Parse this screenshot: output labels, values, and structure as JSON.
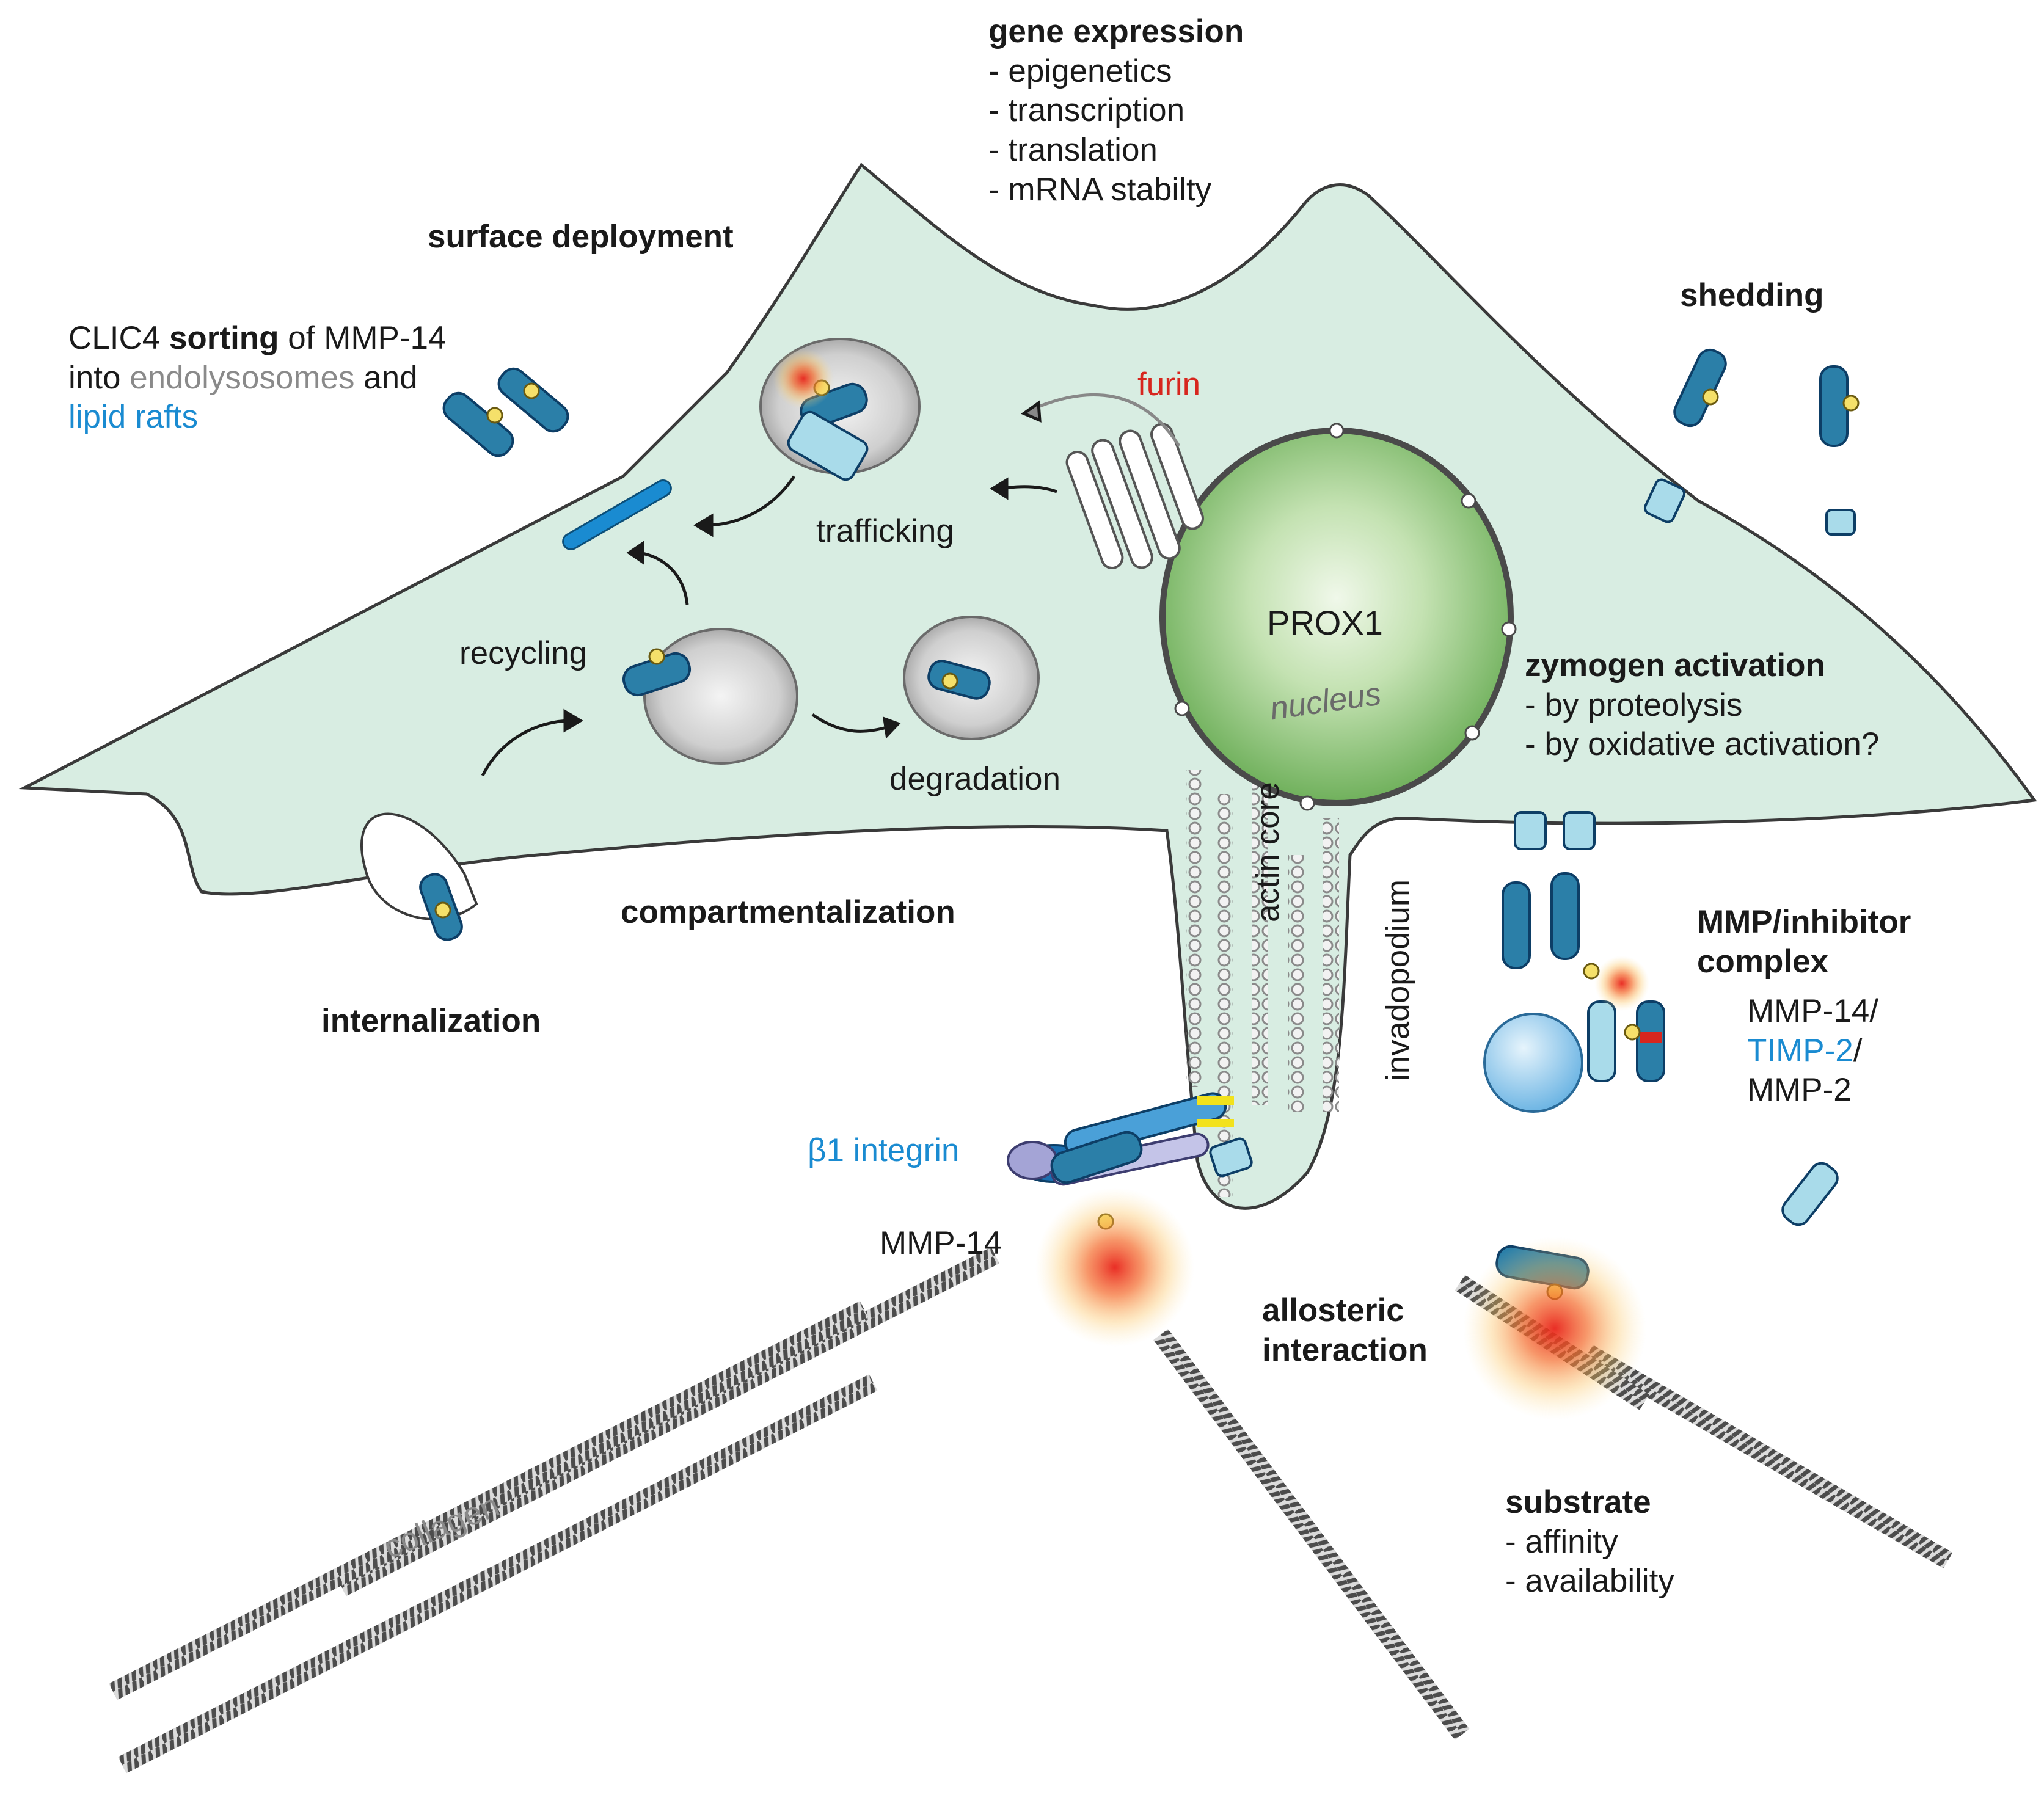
{
  "colors": {
    "cell": "#d8ede2",
    "cell_stroke": "#3a3a3a",
    "nucleus_fill": "#8cc87a",
    "protein": "#2b7fa8",
    "protein_light": "#a9dbea",
    "furin": "#d7261e",
    "lipid_raft": "#1a8bd1",
    "inhibitor": "#1a8bd1",
    "gray_text": "#8a8a8a",
    "zinc": "#f5e06a"
  },
  "labels": {
    "gene_expression": {
      "title": "gene expression",
      "items": [
        "- epigenetics",
        "- transcription",
        "- translation",
        "- mRNA stabilty"
      ]
    },
    "surface_deployment": "surface deployment",
    "sorting": {
      "line1_pre": "CLIC4 ",
      "line1_bold": "sorting",
      "line1_post": " of MMP-14",
      "line2_pre": "into ",
      "line2_gray": "endolysosomes",
      "line2_post": " and",
      "line3_blue": "lipid rafts"
    },
    "furin": "furin",
    "trafficking": "trafficking",
    "recycling": "recycling",
    "degradation": "degradation",
    "nucleus_protein": "PROX1",
    "nucleus": "nucleus",
    "shedding": "shedding",
    "zymogen": {
      "title": "zymogen activation",
      "items": [
        "- by proteolysis",
        "- by oxidative activation?"
      ]
    },
    "mmp_inhibitor": {
      "title_line1": "MMP/inhibitor",
      "title_line2": "complex",
      "line1": "MMP-14/",
      "line2_blue": "TIMP-2",
      "line2_post": "/",
      "line3": "MMP-2"
    },
    "compartmentalization": "compartmentalization",
    "internalization": "internalization",
    "actin_core": "actin core",
    "invadopodium": "invadopodium",
    "integrin": "β1 integrin",
    "mmp14": "MMP-14",
    "allosteric": {
      "line1": "allosteric",
      "line2": "interaction"
    },
    "collagen": "collagen",
    "substrate": {
      "title": "substrate",
      "items": [
        "- affinity",
        "- availability"
      ]
    }
  }
}
